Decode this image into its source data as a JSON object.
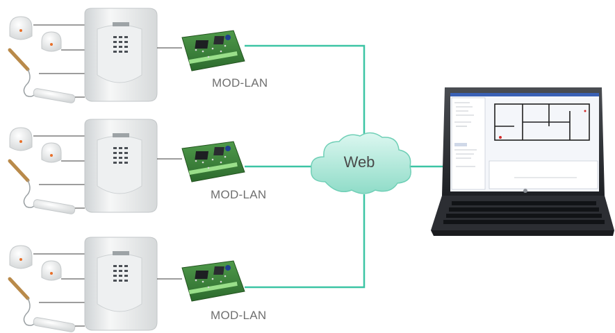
{
  "diagram": {
    "cloud_label": "Web",
    "modules": [
      {
        "label": "MOD-LAN"
      },
      {
        "label": "MOD-LAN"
      },
      {
        "label": "MOD-LAN"
      }
    ],
    "colors": {
      "link": "#3cc4a4",
      "panel": "#e9ebec",
      "board": "#3f7f3c",
      "cloud": "#b7ede1",
      "laptop": "#2a2c30",
      "screen": "#f4f6fa",
      "titlebar": "#3a61b5"
    }
  }
}
